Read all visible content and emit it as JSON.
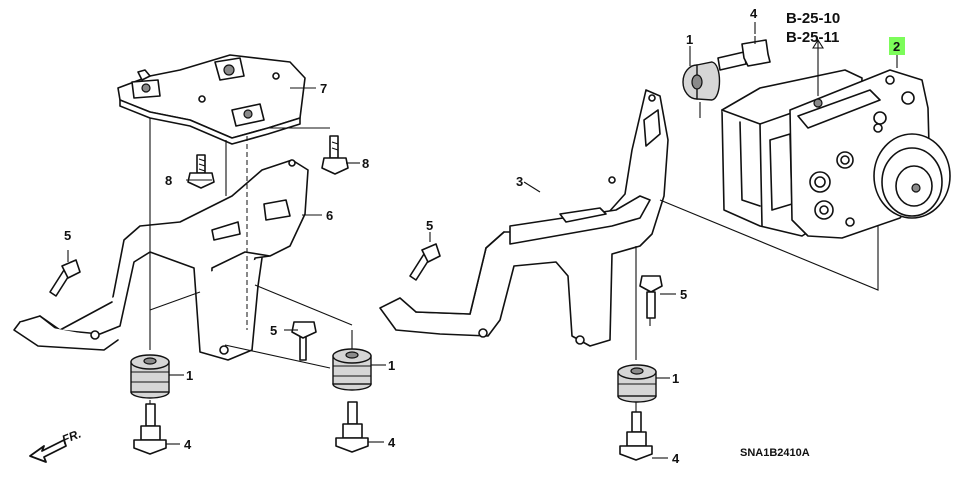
{
  "references": [
    "B-25-10",
    "B-25-11"
  ],
  "diagram_code": "SNA1B2410A",
  "front_label": "FR.",
  "highlight_color": "#7CFC5A",
  "callouts": {
    "bracket_upper_left": "7",
    "bolt_left_mid": "8",
    "bolt_right_upper": "8",
    "bracket_left": "6",
    "bolt_left_far": "5",
    "bolt_center_left": "5",
    "mount_left": "1",
    "mount_center": "1",
    "stud_left": "4",
    "stud_center": "4",
    "bracket_right": "3",
    "bolt_right_far": "5",
    "bolt_right_mid": "5",
    "mount_right": "1",
    "stud_right": "4",
    "mount_top": "1",
    "stud_top": "4",
    "modulator": "2"
  }
}
